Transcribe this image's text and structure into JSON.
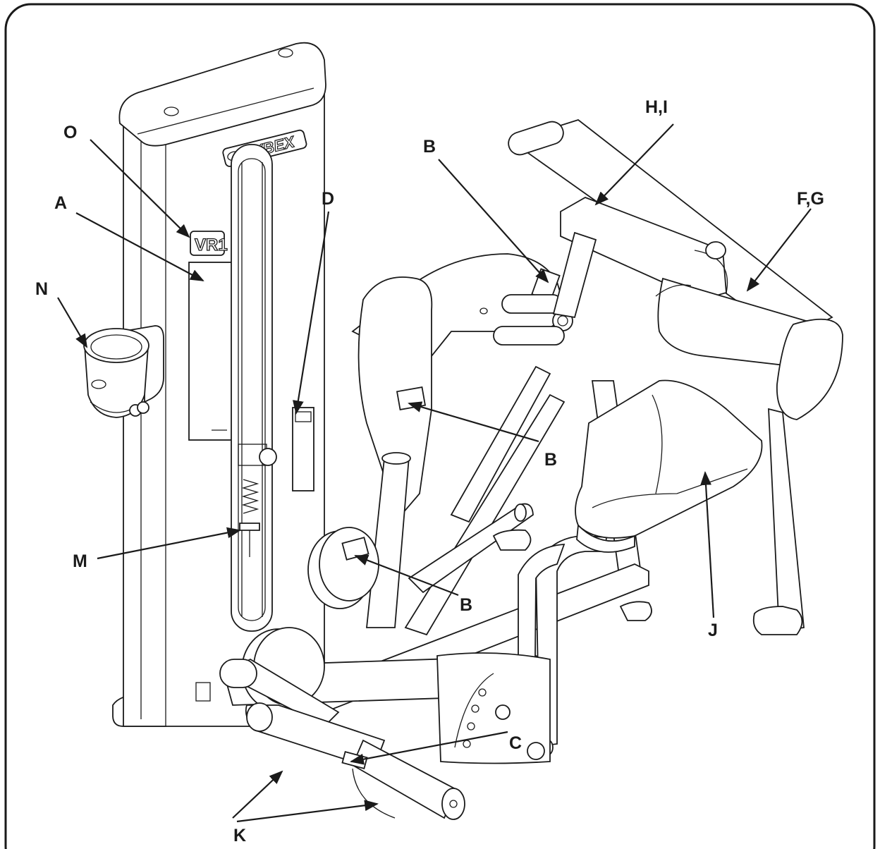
{
  "brand_text": "CYBEX",
  "model_text": "VR1",
  "callouts": [
    {
      "id": "A",
      "text": "A"
    },
    {
      "id": "B1",
      "text": "B"
    },
    {
      "id": "B2",
      "text": "B"
    },
    {
      "id": "B3",
      "text": "B"
    },
    {
      "id": "C",
      "text": "C"
    },
    {
      "id": "D",
      "text": "D"
    },
    {
      "id": "FG",
      "text": "F,G"
    },
    {
      "id": "HI",
      "text": "H,I"
    },
    {
      "id": "J",
      "text": "J"
    },
    {
      "id": "K",
      "text": "K"
    },
    {
      "id": "M",
      "text": "M"
    },
    {
      "id": "N",
      "text": "N"
    },
    {
      "id": "O",
      "text": "O"
    }
  ]
}
